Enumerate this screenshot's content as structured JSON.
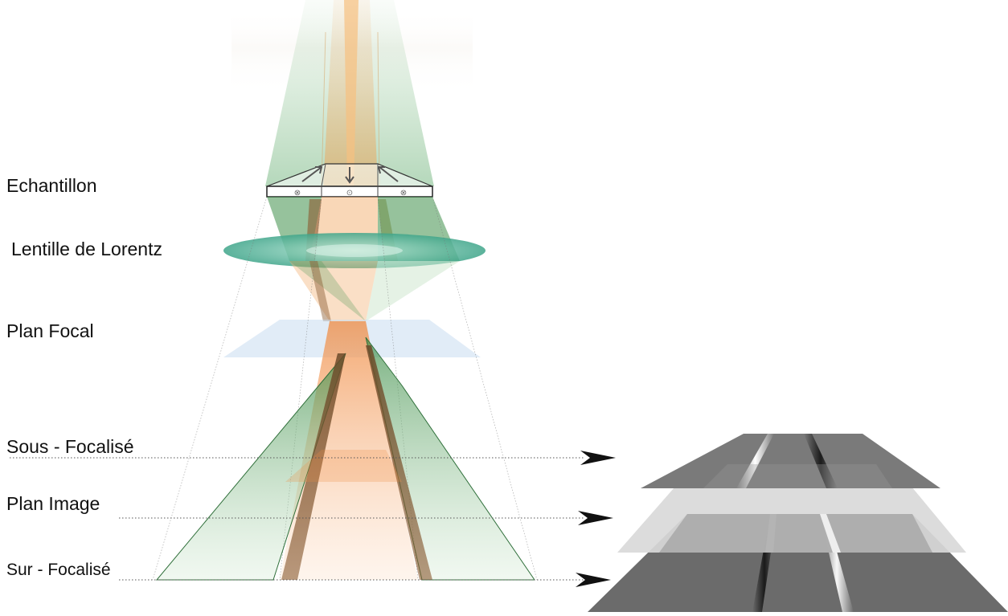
{
  "labels": {
    "sample": "Echantillon",
    "lens": "Lentille de Lorentz",
    "focal_plane": "Plan Focal",
    "under_focus": "Sous - Focalisé",
    "image_plane": "Plan Image",
    "over_focus": "Sur - Focalisé"
  },
  "sample_symbols": [
    "⊗",
    "⊙",
    "⊗"
  ],
  "colors": {
    "green_beam": "#3f9a4f",
    "orange_beam": "#f0a050",
    "lens": "#3fa58a",
    "focal_plane": "#c8dcf0",
    "screen_dark": "#6b6b6b",
    "screen_light": "#d9d9d9"
  }
}
